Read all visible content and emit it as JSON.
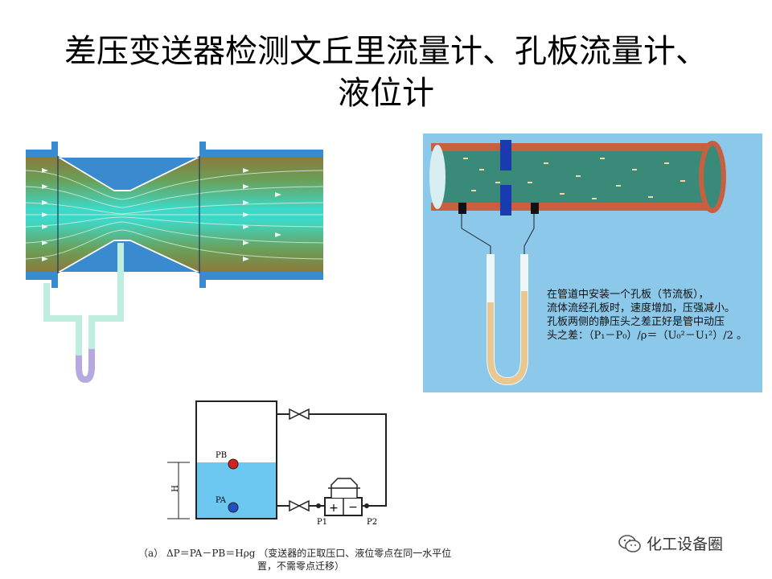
{
  "title": {
    "line1": "差压变送器检测文丘里流量计、孔板流量计、",
    "line2": "液位计"
  },
  "orifice": {
    "annotation": [
      "在管道中安装一个孔板（节流板），",
      "流体流经孔板时，速度增加，压强减小。",
      "孔板两侧的静压头之差正好是管中动压",
      "头之差：（P₁－P₀）/ρ＝（U₀²－U₁²）/2 。"
    ]
  },
  "level": {
    "labels": {
      "pb": "PB",
      "pa": "PA",
      "h": "H",
      "p1": "P1",
      "p2": "P2"
    },
    "caption_line1": "（a） ΔP＝PA－PB＝Hρg （变送器的正取压口、液位零点在同一水平位",
    "caption_line2": "置，不需零点迁移）"
  },
  "watermark": {
    "text": "化工设备圈",
    "icon": "wechat-icon"
  },
  "colors": {
    "orifice_bg": "#8cc8ea",
    "liquid": "#6cc8f0",
    "pb_dot": "#d42020",
    "pa_dot": "#2050c8"
  }
}
